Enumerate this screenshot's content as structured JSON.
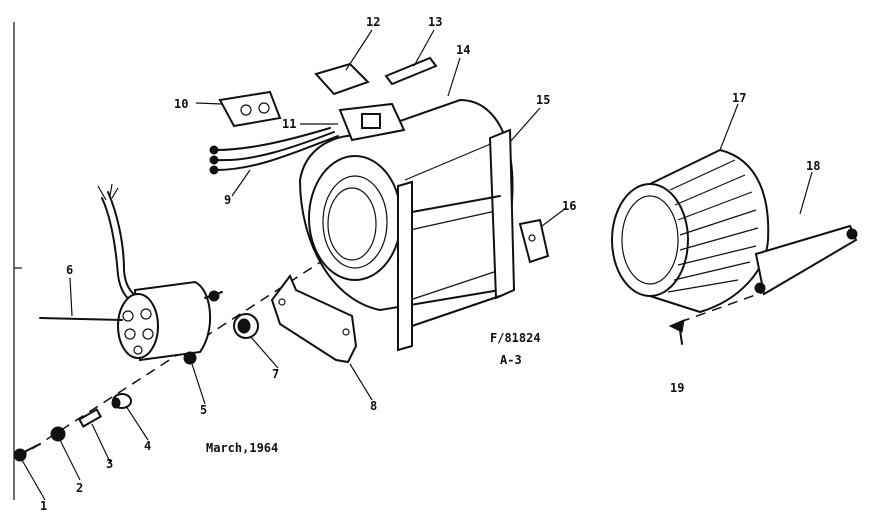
{
  "callouts": [
    {
      "id": "1",
      "text": "1"
    },
    {
      "id": "2",
      "text": "2"
    },
    {
      "id": "3",
      "text": "3"
    },
    {
      "id": "4",
      "text": "4"
    },
    {
      "id": "5",
      "text": "5"
    },
    {
      "id": "6",
      "text": "6"
    },
    {
      "id": "7",
      "text": "7"
    },
    {
      "id": "8",
      "text": "8"
    },
    {
      "id": "9",
      "text": "9"
    },
    {
      "id": "10",
      "text": "10"
    },
    {
      "id": "11",
      "text": "11"
    },
    {
      "id": "12",
      "text": "12"
    },
    {
      "id": "13",
      "text": "13"
    },
    {
      "id": "14",
      "text": "14"
    },
    {
      "id": "15",
      "text": "15"
    },
    {
      "id": "16",
      "text": "16"
    },
    {
      "id": "17",
      "text": "17"
    },
    {
      "id": "18",
      "text": "18"
    },
    {
      "id": "19",
      "text": "19"
    }
  ],
  "figure_code": "F/81824",
  "figure_sheet": "A-3",
  "date_caption": "March,1964"
}
